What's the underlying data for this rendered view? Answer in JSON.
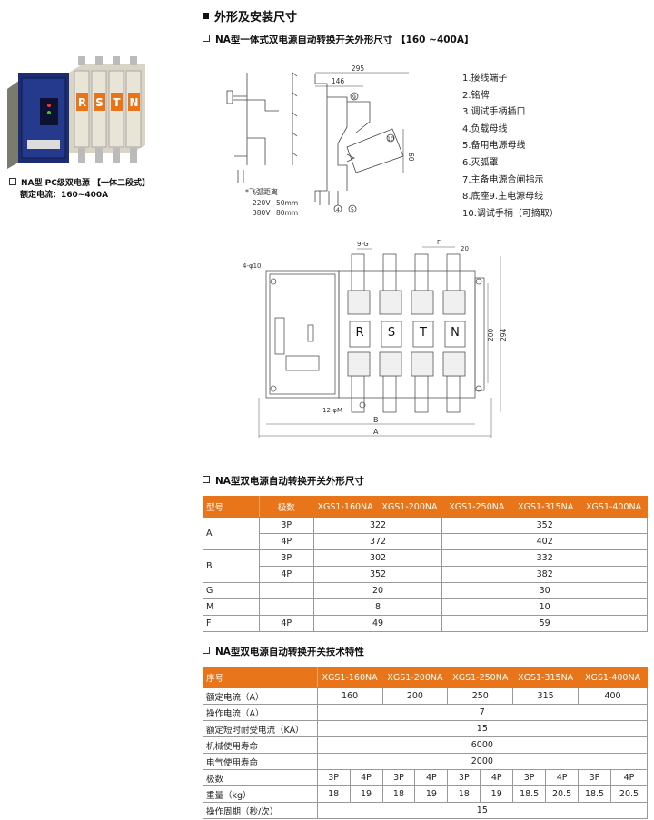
{
  "section_title": "外形及安装尺寸",
  "diagram1_title": "NA型一体式双电源自动转换开关外形尺寸 【160 ~400A】",
  "product": {
    "caption_line1": "NA型 PC级双电源 【一体二段式】",
    "caption_line2": "额定电流：160~400A",
    "pole_letters": [
      "R",
      "S",
      "T",
      "N"
    ]
  },
  "side_view": {
    "dim_295": "295",
    "dim_146": "146",
    "dim_60": "60",
    "callout_9": "9",
    "callout_10": "10",
    "callout_4": "4",
    "callout_5": "5",
    "arc_note_label": "*飞弧距离",
    "arc_rows": [
      {
        "voltage": "220V",
        "distance": "50mm"
      },
      {
        "voltage": "380V",
        "distance": "80mm"
      }
    ]
  },
  "legend": [
    "1.接线端子",
    "2.铭牌",
    "3.调试手柄插口",
    "4.负载母线",
    "5.备用电源母线",
    "6.灭弧罩",
    "7.主备电源合闸指示",
    "8.底座9.主电源母线",
    "10.调试手柄（可摘取）"
  ],
  "front_view": {
    "label_9G": "9-G",
    "label_F": "F",
    "label_20": "20",
    "label_4phi10": "4-φ10",
    "label_200": "200",
    "label_294": "294",
    "label_12phiM": "12-φM",
    "label_B": "B",
    "label_A": "A",
    "pole_letters": [
      "R",
      "S",
      "T",
      "N"
    ]
  },
  "table1": {
    "title": "NA型双电源自动转换开关外形尺寸",
    "header": [
      "型号",
      "极数",
      "XGS1-160NA",
      "XGS1-200NA",
      "XGS1-250NA",
      "XGS1-315NA",
      "XGS1-400NA"
    ],
    "rows": [
      {
        "label": "A",
        "poles": [
          "3P",
          "4P"
        ],
        "left": [
          "322",
          "372"
        ],
        "right": [
          "352",
          "402"
        ]
      },
      {
        "label": "B",
        "poles": [
          "3P",
          "4P"
        ],
        "left": [
          "302",
          "352"
        ],
        "right": [
          "332",
          "382"
        ]
      },
      {
        "label": "G",
        "poles": [
          ""
        ],
        "left": [
          "20"
        ],
        "right": [
          "30"
        ]
      },
      {
        "label": "M",
        "poles": [
          ""
        ],
        "left": [
          "8"
        ],
        "right": [
          "10"
        ]
      },
      {
        "label": "F",
        "poles": [
          "4P"
        ],
        "left": [
          "49"
        ],
        "right": [
          "59"
        ]
      }
    ]
  },
  "table2": {
    "title": "NA型双电源自动转换开关技术特性",
    "header": [
      "序号",
      "XGS1-160NA",
      "XGS1-200NA",
      "XGS1-250NA",
      "XGS1-315NA",
      "XGS1-400NA"
    ],
    "rated_current_label": "额定电流（A）",
    "rated_current": [
      "160",
      "200",
      "250",
      "315",
      "400"
    ],
    "operating_current_label": "操作电流（A）",
    "operating_current": "7",
    "short_time_label": "额定短时耐受电流（KA）",
    "short_time": "15",
    "mech_life_label": "机械使用寿命",
    "mech_life": "6000",
    "elec_life_label": "电气使用寿命",
    "elec_life": "2000",
    "poles_label": "极数",
    "poles": [
      "3P",
      "4P",
      "3P",
      "4P",
      "3P",
      "4P",
      "3P",
      "4P",
      "3P",
      "4P"
    ],
    "weight_label": "重量（kg）",
    "weight": [
      "18",
      "19",
      "18",
      "19",
      "18",
      "19",
      "18.5",
      "20.5",
      "18.5",
      "20.5"
    ],
    "cycle_label": "操作周期（秒/次）",
    "cycle": "15"
  },
  "colors": {
    "table_header": "#e8751a",
    "product_body": "#1c2d73",
    "terminal": "#c9c2b0"
  }
}
